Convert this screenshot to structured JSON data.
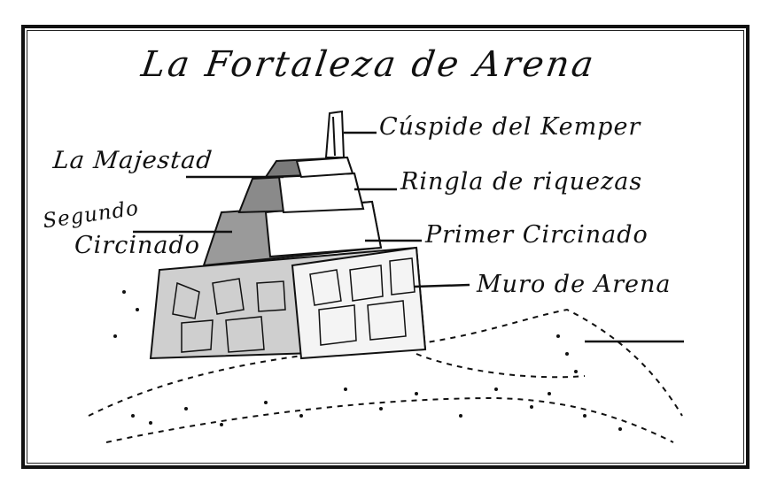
{
  "title": "La Fortaleza de Arena",
  "labels": {
    "cuspide": "Cúspide del Kemper",
    "ringla": "Ringla de riquezas",
    "primer_circinado": "Primer Circinado",
    "muro": "Muro de Arena",
    "majestad": "La Majestad",
    "segundo": "Segundo",
    "circinado": "Circinado"
  },
  "colors": {
    "ink": "#111111",
    "paper": "#ffffff"
  }
}
